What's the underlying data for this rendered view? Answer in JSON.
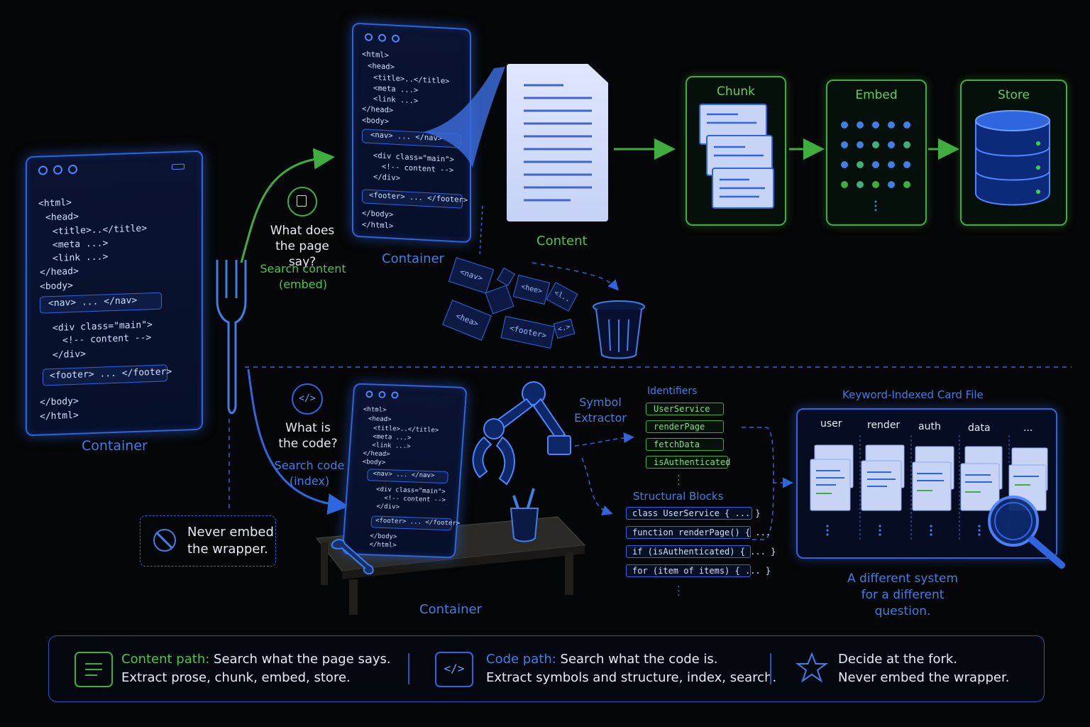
{
  "left_container": {
    "code_lines": [
      "<html>",
      "<head>",
      "<title>..</title>",
      "<meta ...>",
      "<link ...>",
      "</head>",
      "<body>",
      "<nav> ... </nav>",
      "<div class=\"main\">",
      "<!-- content -->",
      "</div>",
      "<footer> ... </footer>",
      "</body>",
      "</html>"
    ],
    "label": "Container"
  },
  "fork": {
    "content_question": "What does\nthe page say?",
    "content_action": "Search content\n(embed)",
    "code_question": "What is\nthe code?",
    "code_action": "Search code\n(index)",
    "never_embed": "Never embed\nthe wrapper."
  },
  "top_container": {
    "code_lines": [
      "<html>",
      "<head>",
      "<title>..</title>",
      "<meta ...>",
      "<link ...>",
      "</head>",
      "<body>",
      "<nav> ... </nav>",
      "<div class=\"main\">",
      "<!-- content -->",
      "</div>",
      "<footer> ... </footer>",
      "</body>",
      "</html>"
    ],
    "label": "Container"
  },
  "content_label": "Content",
  "debris_labels": [
    "<nav>",
    "<hee>",
    "<l..",
    "<hea>",
    "<footer>",
    "<.>"
  ],
  "pipeline": {
    "chunk": "Chunk",
    "embed": "Embed",
    "store": "Store"
  },
  "bottom_container": {
    "code_lines": [
      "<html>",
      "<head>",
      "<title>..</title>",
      "<meta ...>",
      "<link ...>",
      "</head>",
      "<body>",
      "<nav> ... </nav>",
      "<div class=\"main\">",
      "<!-- content -->",
      "</div>",
      "<footer> ... </footer>",
      "</body>",
      "</html>"
    ],
    "label": "Container"
  },
  "symbol_extractor": "Symbol\nExtractor",
  "identifiers": {
    "title": "Identifiers",
    "items": [
      "UserService",
      "renderPage",
      "fetchData",
      "isAuthenticated"
    ]
  },
  "structural_blocks": {
    "title": "Structural Blocks",
    "items": [
      "class UserService { ... }",
      "function renderPage() { ...",
      "if (isAuthenticated) { ... }",
      "for (item of items) { ... }"
    ]
  },
  "card_file": {
    "title": "Keyword-Indexed Card File",
    "tabs": [
      "user",
      "render",
      "auth",
      "data",
      "..."
    ],
    "caption": "A different system\nfor a different question."
  },
  "legend": {
    "content_title": "Content path:",
    "content_line1": "Search what the page says.",
    "content_line2": "Extract prose, chunk, embed, store.",
    "code_title": "Code path:",
    "code_line1": "Search what the code is.",
    "code_line2": "Extract symbols and structure, index, search.",
    "decide_line1": "Decide at the fork.",
    "decide_line2": "Never embed the wrapper."
  },
  "colors": {
    "blue": "#2f66e0",
    "green": "#3fae3f",
    "background": "#050607"
  }
}
